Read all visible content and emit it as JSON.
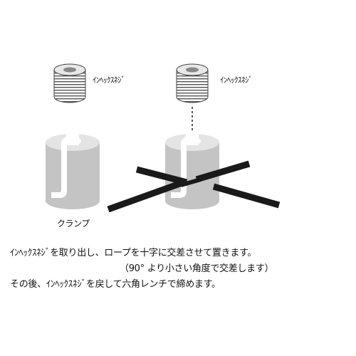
{
  "labels": {
    "screw_left": "ｲﾝﾍｯｸｽﾈｼﾞ",
    "screw_right": "ｲﾝﾍｯｸｽﾈｼﾞ",
    "clamp": "クランプ"
  },
  "caption": {
    "line1": "ｲﾝﾍｯｸｽﾈｼﾞを取り出し、ロープを十字に交差させて置きます。",
    "line2": "（90° より小さい角度で交差します）",
    "line3": "その後、ｲﾝﾍｯｸｽﾈｼﾞを戻して六角レンチで締めます。"
  },
  "colors": {
    "clamp_body": "#c4c4c4",
    "clamp_top": "#e4e4e4",
    "rope": "#1a1a1a",
    "screw_stripe": "#555555"
  }
}
